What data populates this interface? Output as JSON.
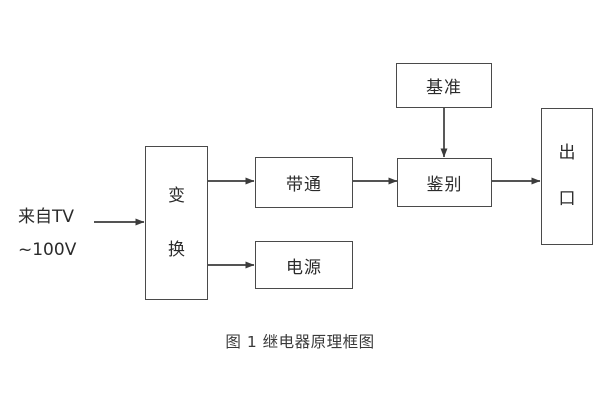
{
  "figure": {
    "caption": "图 1  继电器原理框图",
    "background_color": "#ffffff",
    "line_color": "#4a4a4a",
    "text_color": "#2b2b2b"
  },
  "input": {
    "line1": "来自TV",
    "line2": "~100V"
  },
  "blocks": {
    "convert": {
      "char1": "变",
      "char2": "换"
    },
    "bandpass": {
      "label": "带通"
    },
    "power": {
      "label": "电源"
    },
    "reference": {
      "label": "基准"
    },
    "discriminate": {
      "label": "鉴别"
    },
    "output": {
      "char1": "出",
      "char2": "口"
    }
  },
  "connectors": [
    {
      "name": "input-to-convert"
    },
    {
      "name": "convert-to-bandpass"
    },
    {
      "name": "convert-to-power"
    },
    {
      "name": "bandpass-to-discriminate"
    },
    {
      "name": "reference-to-discriminate"
    },
    {
      "name": "discriminate-to-output"
    }
  ]
}
